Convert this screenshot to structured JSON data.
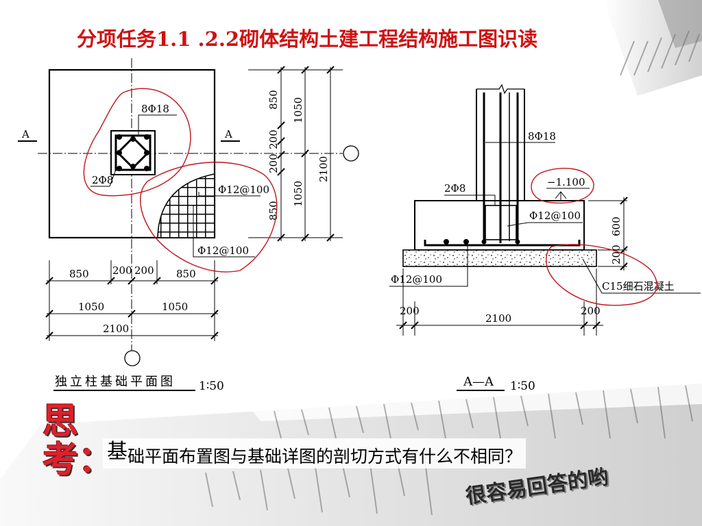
{
  "slide": {
    "title": "分项任务1.1 .2.2砌体结构土建工程结构施工图识读",
    "question_first_char": "基",
    "question_rest": "础平面布置图与基础详图的剖切方式有什么不相同？",
    "think_label": "思考：",
    "easy_label": "很容易回答的哟"
  },
  "plan": {
    "section_mark_left": "A",
    "section_mark_right": "A",
    "rebar_column": "8Φ18",
    "rebar_stirrup": "2Φ8",
    "rebar_mesh_1": "Φ12@100",
    "rebar_mesh_2": "Φ12@100",
    "dims_right": [
      "850",
      "200",
      "200",
      "850",
      "1050",
      "1050",
      "2100"
    ],
    "dims_bottom": [
      "850",
      "200",
      "200",
      "850",
      "1050",
      "1050",
      "2100"
    ],
    "caption": "独立柱基础平面图",
    "scale": "1∶50"
  },
  "section": {
    "rebar_column": "8Φ18",
    "rebar_stirrup": "2Φ8",
    "elevation": "−1.100",
    "rebar_mesh_top": "Φ12@100",
    "rebar_mesh_bottom": "Φ12@100",
    "dims_right": [
      "600",
      "200"
    ],
    "dims_bottom": [
      "200",
      "2100",
      "200"
    ],
    "cushion_label": "C15细石混凝土",
    "caption": "A—A",
    "scale": "1∶50"
  },
  "colors": {
    "title": "#d01010",
    "annotation_circle": "#c0141a",
    "line": "#000000"
  }
}
